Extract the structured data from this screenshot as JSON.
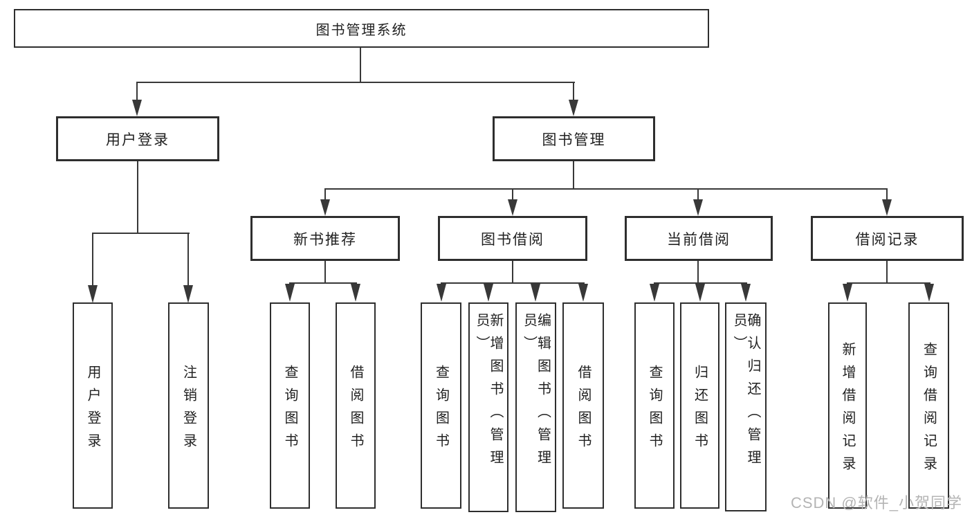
{
  "diagram": {
    "root_label": "图书管理系统",
    "branches": [
      {
        "label": "用户登录",
        "children": [
          {
            "label": "用户登录"
          },
          {
            "label": "注销登录"
          }
        ]
      },
      {
        "label": "图书管理",
        "children": [
          {
            "label": "新书推荐",
            "children": [
              {
                "label": "查询图书"
              },
              {
                "label": "借阅图书"
              }
            ]
          },
          {
            "label": "图书借阅",
            "children": [
              {
                "label": "查询图书"
              },
              {
                "label": "新增图书（管理员）"
              },
              {
                "label": "编辑图书（管理员）"
              },
              {
                "label": "借阅图书"
              }
            ]
          },
          {
            "label": "当前借阅",
            "children": [
              {
                "label": "查询图书"
              },
              {
                "label": "归还图书"
              },
              {
                "label": "确认归还（管理员）"
              }
            ]
          },
          {
            "label": "借阅记录",
            "children": [
              {
                "label": "新增借阅记录"
              },
              {
                "label": "查询借阅记录"
              }
            ]
          }
        ]
      }
    ]
  },
  "watermark": "CSDN @软件_小贺同学",
  "colors": {
    "line": "#383838",
    "border": "#2e2e2e",
    "text": "#212121",
    "watermark": "#b4b4b4",
    "background": "#ffffff"
  }
}
